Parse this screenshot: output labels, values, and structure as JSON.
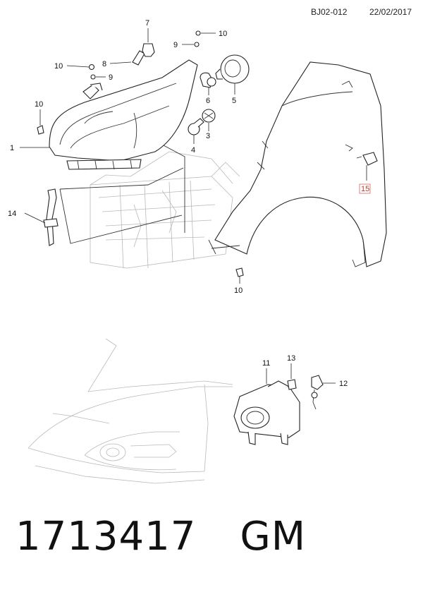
{
  "header": {
    "code": "BJ02-012",
    "date": "22/02/2017"
  },
  "callouts": [
    {
      "id": "c1",
      "text": "1"
    },
    {
      "id": "c3",
      "text": "3"
    },
    {
      "id": "c4",
      "text": "4"
    },
    {
      "id": "c5",
      "text": "5"
    },
    {
      "id": "c6",
      "text": "6"
    },
    {
      "id": "c7",
      "text": "7"
    },
    {
      "id": "c8",
      "text": "8"
    },
    {
      "id": "c9a",
      "text": "9"
    },
    {
      "id": "c9b",
      "text": "9"
    },
    {
      "id": "c10a",
      "text": "10"
    },
    {
      "id": "c10b",
      "text": "10"
    },
    {
      "id": "c10c",
      "text": "10"
    },
    {
      "id": "c10d",
      "text": "10"
    },
    {
      "id": "c11",
      "text": "11"
    },
    {
      "id": "c12",
      "text": "12"
    },
    {
      "id": "c13",
      "text": "13"
    },
    {
      "id": "c14",
      "text": "14"
    },
    {
      "id": "c15",
      "text": "15"
    }
  ],
  "highlight_color": "#c0392b",
  "footer": {
    "part_number": "1713417",
    "brand": "GM"
  }
}
